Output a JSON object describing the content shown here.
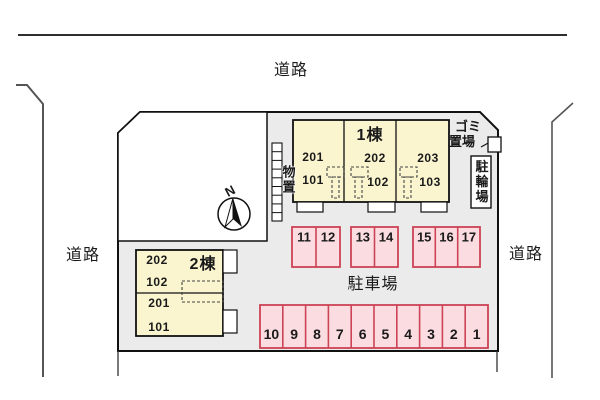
{
  "roads": {
    "top": "道路",
    "left": "道路",
    "right": "道路"
  },
  "compass": {
    "north": "N"
  },
  "building1": {
    "name": "1棟",
    "rooms": [
      "201",
      "101",
      "202",
      "102",
      "203",
      "103"
    ]
  },
  "building2": {
    "name": "2棟",
    "rooms": [
      "202",
      "102",
      "201",
      "101"
    ]
  },
  "facilities": {
    "storage": "物置",
    "garbage_line1": "ゴミ",
    "garbage_line2": "置場",
    "bicycle": "駐輪場"
  },
  "parking": {
    "area_label": "駐車場",
    "middle_row": [
      "11",
      "12",
      "13",
      "14",
      "15",
      "16",
      "17"
    ],
    "bottom_row": [
      "10",
      "9",
      "8",
      "7",
      "6",
      "5",
      "4",
      "3",
      "2",
      "1"
    ]
  },
  "colors": {
    "site_fill": "#ebebeb",
    "building_fill": "#faf5cf",
    "parking_fill": "#fbdce1",
    "parking_border": "#cb4355",
    "outline": "#111111",
    "road_line": "#555555"
  }
}
